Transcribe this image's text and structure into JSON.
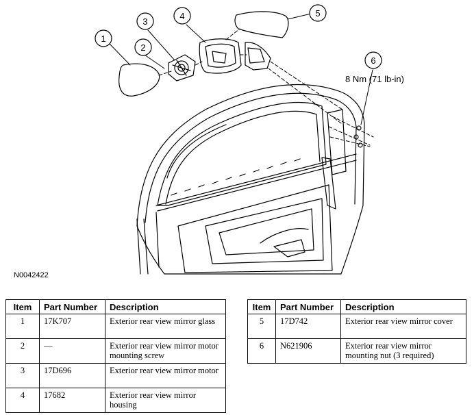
{
  "figure_id": "N0042422",
  "callouts": [
    "1",
    "2",
    "3",
    "4",
    "5",
    "6"
  ],
  "torque_spec": "8 Nm (71 lb-in)",
  "table_headers": {
    "item": "Item",
    "part_number": "Part Number",
    "description": "Description"
  },
  "table_left": [
    {
      "item": "1",
      "part_number": "17K707",
      "description": "Exterior rear view mirror glass"
    },
    {
      "item": "2",
      "part_number": "—",
      "description": "Exterior rear view mirror motor mounting screw"
    },
    {
      "item": "3",
      "part_number": "17D696",
      "description": "Exterior rear view mirror motor"
    },
    {
      "item": "4",
      "part_number": "17682",
      "description": "Exterior rear view mirror housing"
    }
  ],
  "table_right": [
    {
      "item": "5",
      "part_number": "17D742",
      "description": "Exterior rear view mirror cover"
    },
    {
      "item": "6",
      "part_number": "N621906",
      "description": "Exterior rear view mirror mounting nut (3 required)"
    }
  ]
}
